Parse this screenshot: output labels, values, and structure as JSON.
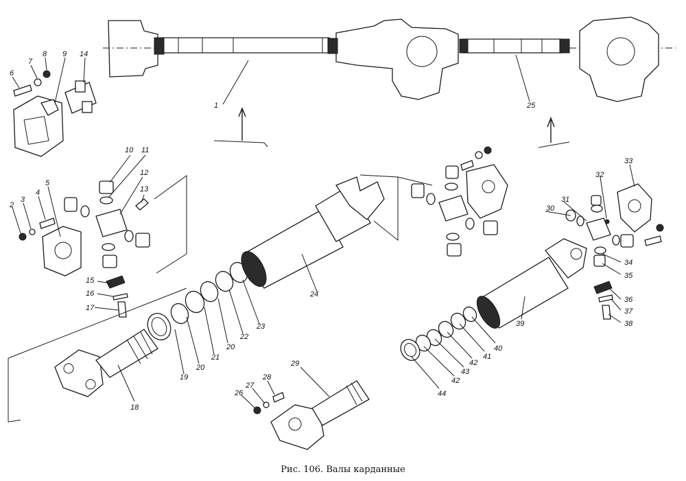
{
  "caption": "Рис. 106. Валы карданные",
  "labels": {
    "l1": "1",
    "l2": "2",
    "l3": "3",
    "l4": "4",
    "l5": "5",
    "l6": "6",
    "l7": "7",
    "l8": "8",
    "l9": "9",
    "l10": "10",
    "l11": "11",
    "l12": "12",
    "l13": "13",
    "l14": "14",
    "l15": "15",
    "l16": "16",
    "l17": "17",
    "l18": "18",
    "l19": "19",
    "l20a": "20",
    "l20b": "20",
    "l21": "21",
    "l22": "22",
    "l23": "23",
    "l24": "24",
    "l25": "25",
    "l26": "26",
    "l27": "27",
    "l28": "28",
    "l29": "29",
    "l30": "30",
    "l31": "31",
    "l32": "32",
    "l33": "33",
    "l34": "34",
    "l35": "35",
    "l36": "36",
    "l37": "37",
    "l38": "38",
    "l39": "39",
    "l40": "40",
    "l41": "41",
    "l42a": "42",
    "l42b": "42",
    "l43": "43",
    "l44": "44"
  }
}
